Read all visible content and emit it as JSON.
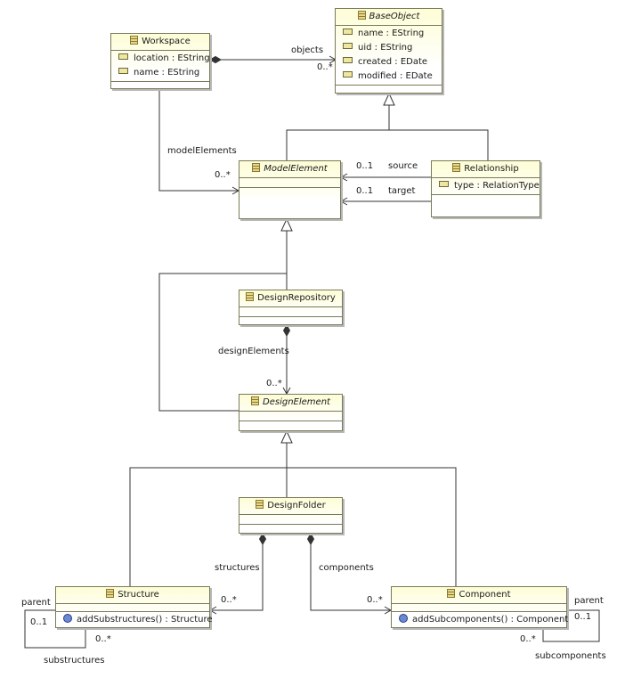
{
  "classes": {
    "workspace": {
      "name": "Workspace",
      "attributes": [
        "location : EString",
        "name : EString"
      ]
    },
    "base_object": {
      "name": "BaseObject",
      "attributes": [
        "name : EString",
        "uid : EString",
        "created : EDate",
        "modified : EDate"
      ]
    },
    "model_element": {
      "name": "ModelElement"
    },
    "relationship": {
      "name": "Relationship",
      "attributes": [
        "type : RelationType"
      ]
    },
    "design_repository": {
      "name": "DesignRepository"
    },
    "design_element": {
      "name": "DesignElement"
    },
    "design_folder": {
      "name": "DesignFolder"
    },
    "structure": {
      "name": "Structure",
      "operations": [
        "addSubstructures() : Structure"
      ]
    },
    "component": {
      "name": "Component",
      "operations": [
        "addSubcomponents() : Component"
      ]
    }
  },
  "labels": {
    "objects": "objects",
    "objects_mult": "0..*",
    "model_elements": "modelElements",
    "model_elements_mult": "0..*",
    "source": "source",
    "source_mult": "0..1",
    "target": "target",
    "target_mult": "0..1",
    "design_elements": "designElements",
    "design_elements_mult": "0..*",
    "structures": "structures",
    "structures_mult": "0..*",
    "components": "components",
    "components_mult": "0..*",
    "structure_parent": "parent",
    "structure_parent_mult": "0..1",
    "structure_sub": "substructures",
    "structure_sub_mult": "0..*",
    "component_parent": "parent",
    "component_parent_mult": "0..1",
    "component_sub": "subcomponents",
    "component_sub_mult": "0..*"
  }
}
